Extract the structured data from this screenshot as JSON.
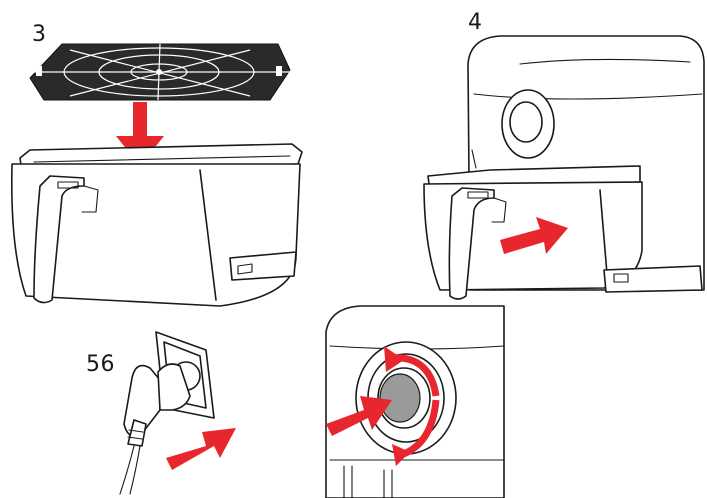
{
  "steps": {
    "step_a": "3",
    "step_b": "4",
    "step_c": "56"
  },
  "colors": {
    "arrow": "#e8262e",
    "line": "#1a1a1a",
    "knob_center": "#9a9a9a",
    "background": "#ffffff"
  },
  "icons": {
    "arrow": "arrow-icon",
    "rotate": "rotate-arrows-icon",
    "plug": "power-plug-icon"
  }
}
